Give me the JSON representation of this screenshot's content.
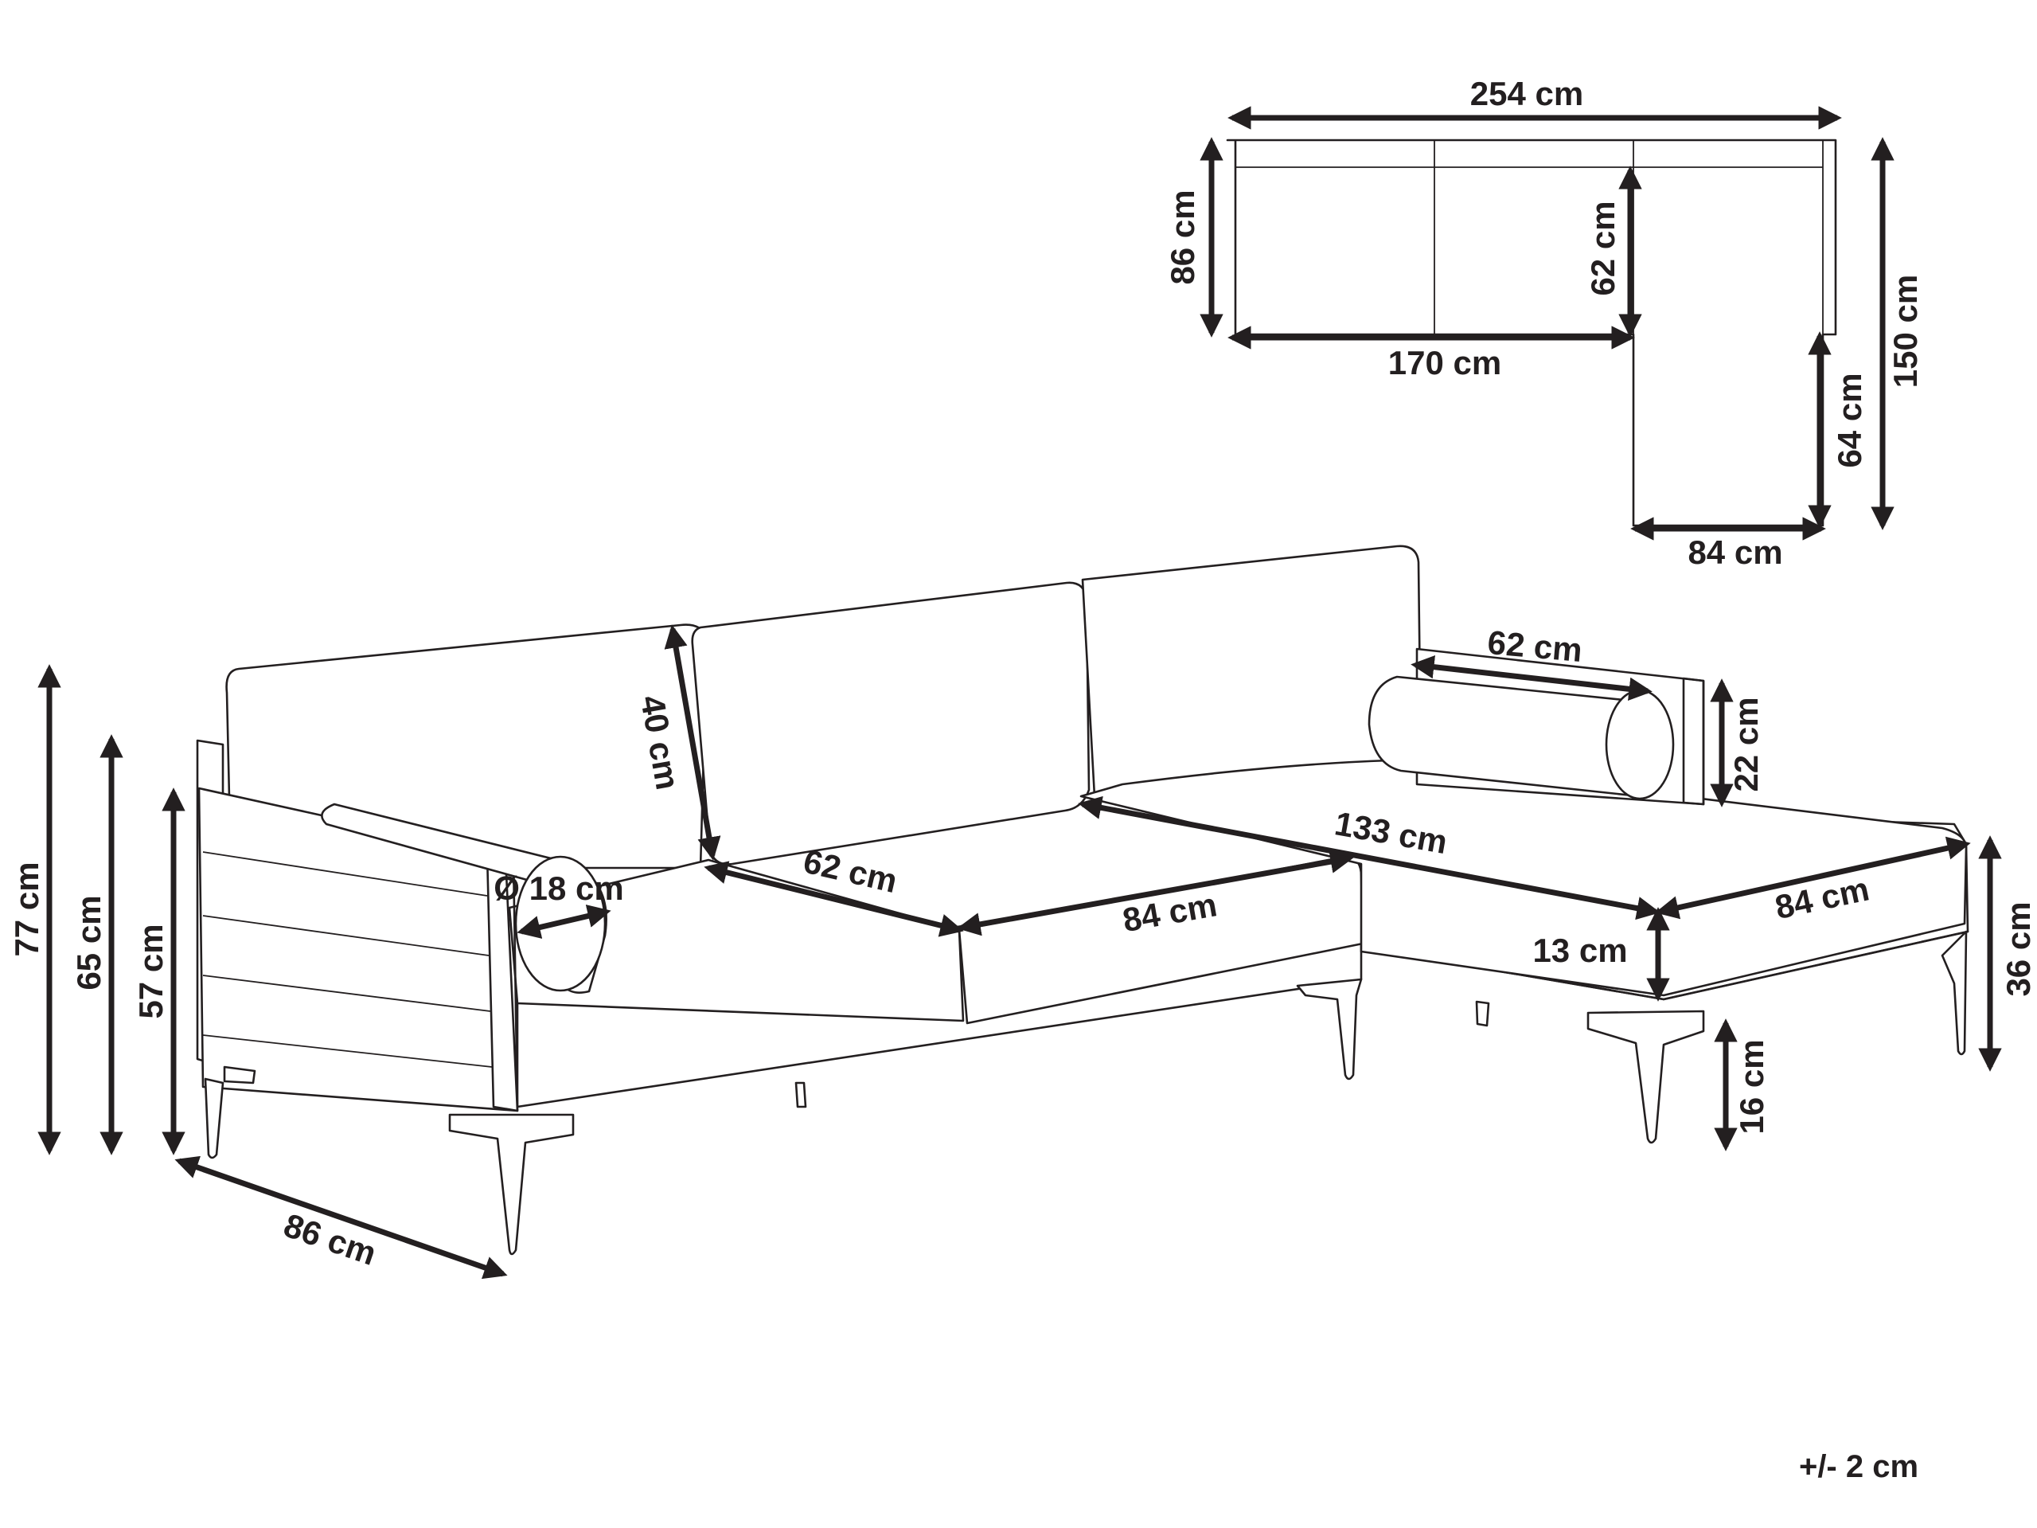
{
  "diagram": {
    "top_view": {
      "total_width": "254 cm",
      "depth": "86 cm",
      "seat_depth": "62 cm",
      "main_length": "170 cm",
      "chaise_total_depth": "150 cm",
      "chaise_seat_extension": "64 cm",
      "chaise_width": "84 cm"
    },
    "front_view": {
      "total_height": "77 cm",
      "armrest_height": "65 cm",
      "seat_height": "57 cm",
      "depth": "86 cm",
      "backrest_height": "40 cm",
      "bolster_diameter": "Ø 18 cm",
      "seat_depth": "62 cm",
      "seat_cushion_width": "84 cm",
      "chaise_length": "133 cm",
      "chaise_cushion_width": "84 cm",
      "cushion_thickness": "13 cm",
      "chaise_height": "36 cm",
      "leg_height": "16 cm",
      "chaise_arm_length": "62 cm",
      "chaise_arm_height": "22 cm"
    },
    "tolerance": "+/- 2 cm"
  },
  "colors": {
    "line": "#231f20",
    "background": "#ffffff"
  }
}
